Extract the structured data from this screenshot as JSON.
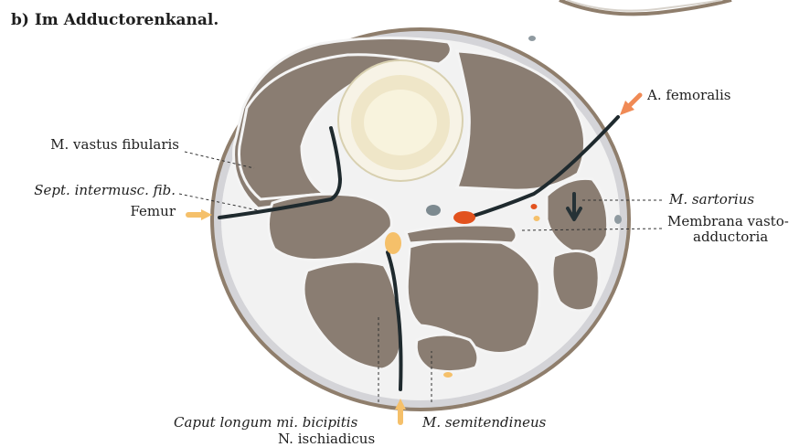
{
  "heading": "b) Im Adductorenkanal.",
  "labels": {
    "vastus_fibularis": "M. vastus fibularis",
    "sept_intermusc": "Sept. intermusc. fib.",
    "femur": "Femur",
    "a_femoralis": "A. femoralis",
    "m_sartorius": "M. sartorius",
    "membrana_line1": "Membrana vasto-",
    "membrana_line2": "adductoria",
    "caput_longum": "Caput longum mi. bicipitis",
    "n_ischiadicus": "N. ischiadicus",
    "m_semitendineus": "M. semitendineus"
  },
  "colors": {
    "muscle": "#8a7d72",
    "muscle_outline": "#f4f4f4",
    "fascia": "#d2d2d6",
    "skin": "#8f7e6c",
    "bone": "#efe6c8",
    "marrow": "#f8f3dd",
    "septum": "#1f2a2e",
    "artery": "#e2521e",
    "marker_arrow": "#f08a55",
    "nerve": "#f5c06a",
    "vein": "#7d8a90"
  }
}
